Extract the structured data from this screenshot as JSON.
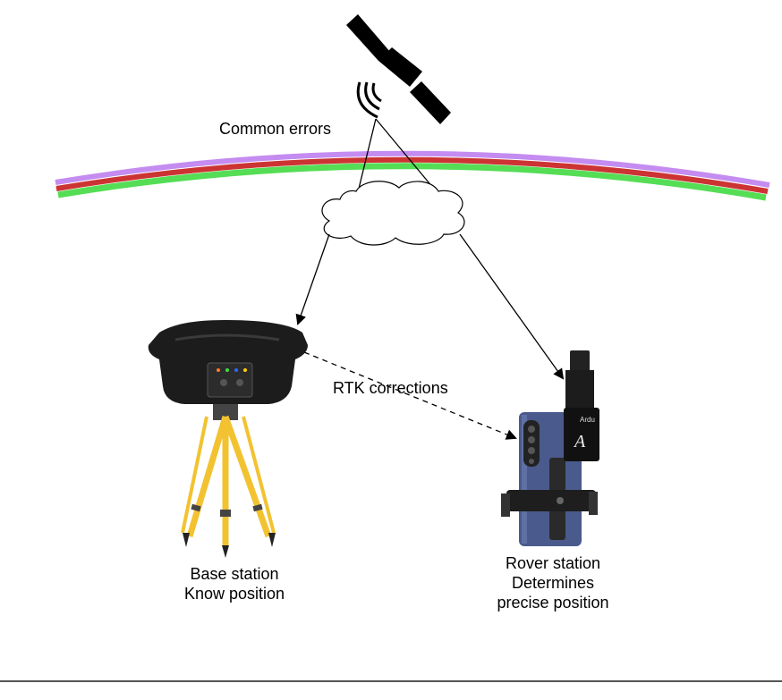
{
  "labels": {
    "common_errors": "Common errors",
    "rtk_corrections": "RTK corrections",
    "base_station": [
      "Base station",
      "Know position"
    ],
    "rover_station": [
      "Rover station",
      "Determines",
      "precise position"
    ],
    "rover_brand": "Ardu"
  },
  "colors": {
    "atmosphere_top": "#c48cf0",
    "atmosphere_mid": "#cc3333",
    "atmosphere_bottom": "#55dd55",
    "tripod": "#f2c230",
    "receiver": "#1c1c1c",
    "phone": "#4a5a8c"
  },
  "icons": {
    "satellite": "satellite-icon",
    "cloud": "cloud-icon",
    "base_receiver": "gnss-receiver-icon",
    "tripod": "tripod-icon",
    "phone": "smartphone-icon",
    "rover_antenna": "rover-antenna-icon"
  }
}
